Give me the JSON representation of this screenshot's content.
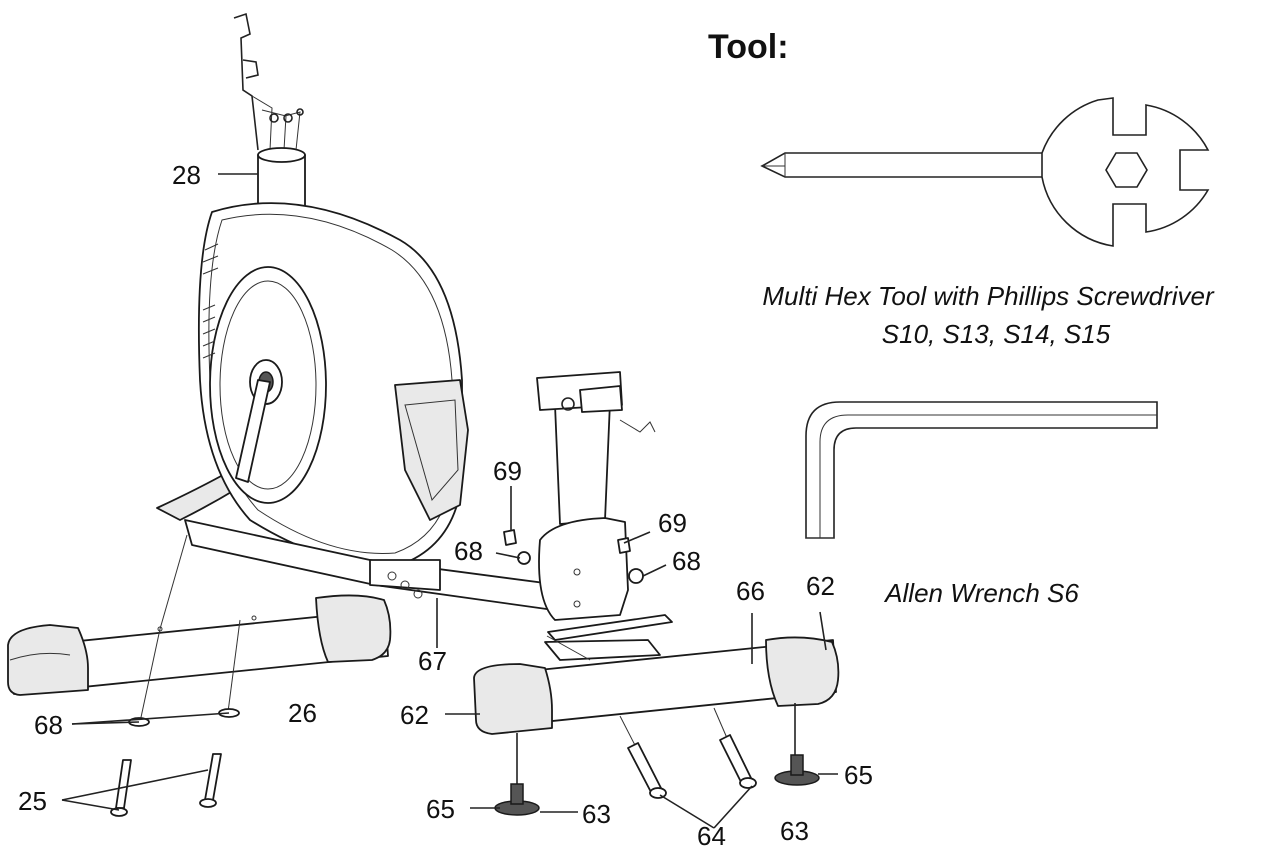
{
  "tools": {
    "title": "Tool:",
    "hex_tool_caption_line1": "Multi Hex Tool with Phillips Screwdriver",
    "hex_tool_caption_line2": "S10, S13, S14, S15",
    "allen_caption": "Allen Wrench S6"
  },
  "callouts": {
    "c28": "28",
    "c69a": "69",
    "c69b": "69",
    "c68a": "68",
    "c68b": "68",
    "c68c": "68",
    "c66": "66",
    "c62a": "62",
    "c62b": "62",
    "c67": "67",
    "c26": "26",
    "c25": "25",
    "c65a": "65",
    "c65b": "65",
    "c63a": "63",
    "c63b": "63",
    "c64": "64"
  }
}
